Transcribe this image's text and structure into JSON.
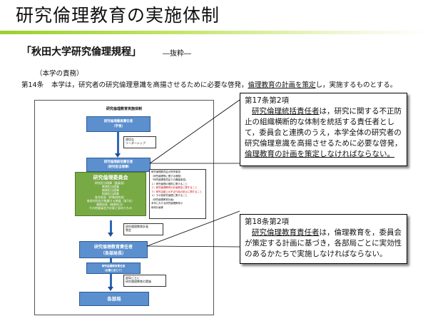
{
  "slide": {
    "title": "研究倫理教育の実施体制",
    "source_title": "「秋田大学研究倫理規程」",
    "source_sub": "―抜粋―",
    "article_label": "（本学の責務）",
    "article_num": "第14条",
    "article_pre": "本学は，研究者の研究倫理意識を高揚させるために必要な啓発，",
    "article_ul": "倫理教育の計画を策定",
    "article_post": "し，実施するものとする。"
  },
  "diagram": {
    "title": "研究倫理教育実施体制",
    "box1_l1": "研究倫理最高責任者",
    "box1_l2": "（学長）",
    "note1_l1": "適切な",
    "note1_l2": "リーダーシップ",
    "box2_l1": "研究倫理統括責任者",
    "box2_l2": "（研究担当理事）",
    "committee_title": "研究倫理委員会",
    "committee_members": [
      "研究担当理事（委員長）",
      "教育担当理事",
      "総務担当理事",
      "財務担当理事",
      "各学部長（附属病院長）",
      "各研究科長が推薦する教員（各1名）",
      "事務局長（総務担当）",
      "その他委員会が必要と認めたもの"
    ],
    "side_note": [
      "研究倫理委員会の所掌事項",
      "（研究倫理等に関する規程）",
      "",
      "「研究倫理委員会での審議事項」",
      "１）研究倫理の規則に関すること",
      "２）研究倫理教育の計画策定に関すること",
      "３）研究活動上の不正行為の防止に関すること",
      "４）その他研究倫理に関すること",
      "",
      "（研究倫理教育計画）",
      "本学における研究倫理教育の",
      "研修計画等"
    ],
    "note2_l1": "研究倫理教育計画",
    "note2_l2": "策定",
    "box3_l1": "研究倫理教育責任者",
    "box3_l2": "（各部局長）",
    "box4_l1": "研究倫理教育責任者",
    "box4_l2": "（必要に応じて）",
    "note3_l1": "部局ごとに",
    "note3_l2": "研究倫理教育の実施",
    "box5": "各部局"
  },
  "callout1": {
    "head": "第17条第2項",
    "u1": "研究倫理統括責任者",
    "t1": "は，研究に関する不正防止の組織横断的な体制を統括する責任者として，委員会と連携のうえ，本学全体の研究者の研究倫理意識を高揚させるために必要な啓発，",
    "u2": "倫理教育の計画を策定しなければならない。"
  },
  "callout2": {
    "head": "第18条第2項",
    "u1": "研究倫理教育責任者",
    "t1": "は，倫理教育を，委員会が策定する計画に基づき，各部局ごとに実効性のあるかたちで実施しなければならない。"
  },
  "colors": {
    "accent_green": "#9bcf2e",
    "box_blue": "#5b8fce",
    "box_green": "#77a945",
    "arrow_blue": "#1f4e9a"
  }
}
